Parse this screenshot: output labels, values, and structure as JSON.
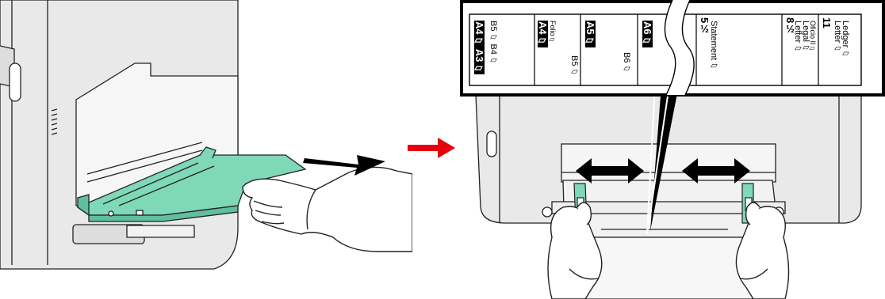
{
  "labels": {
    "a4a3": "A4▱ A3▱",
    "b5b4": "B5▱ B4▱",
    "a4": "A4▱",
    "folio": "Folio▱",
    "b5": "B5▱",
    "a5": "A5▱",
    "b6": "B6▱",
    "a6": "A6▱",
    "five_half": "5½",
    "statement": "Statement▱",
    "eight_half": "8½",
    "letter1": "Letter▱",
    "legal": "Legal▱",
    "oficio": "Oficio II▱",
    "eleven": "11",
    "letter2": "Letter▱",
    "ledger": "Ledger▱"
  },
  "colors": {
    "tray_green": "#7fd8b8",
    "arrow_red": "#e8000f",
    "printer_gray": "#e9e9e9",
    "outline": "#222222"
  },
  "icons": {
    "step_arrow": "arrow-right-icon",
    "pull_arrow": "arrow-right-icon",
    "slide_arrows": "double-arrow-icon"
  }
}
